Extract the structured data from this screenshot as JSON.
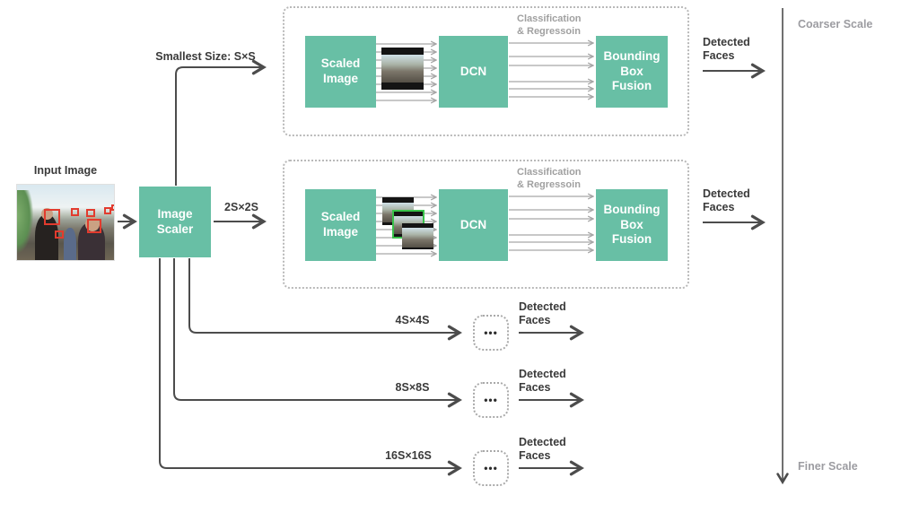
{
  "diagram": {
    "input_label": "Input Image",
    "scaler_label": "Image\nScaler",
    "axis_top": "Coarser Scale",
    "axis_bottom": "Finer Scale",
    "scales": {
      "s1": "Smallest Size: S×S",
      "s2": "2S×2S",
      "s4": "4S×4S",
      "s8": "8S×8S",
      "s16": "16S×16S"
    },
    "detected": "Detected\nFaces",
    "dots": "•••",
    "pipeline": {
      "scaled": "Scaled\nImage",
      "dcn": "DCN",
      "fusion": "Bounding\nBox\nFusion",
      "annotation": "Classification\n& Regressoin"
    },
    "colors": {
      "box_teal": "#68bfa5",
      "arrow_dark": "#4c4c4c",
      "feature_line": "#a6a6a6",
      "gray_text": "#9c9ca1",
      "dark_text": "#3a3a3a",
      "face_box_red": "#e23b2e",
      "crop_box_green": "#39c24a"
    }
  }
}
